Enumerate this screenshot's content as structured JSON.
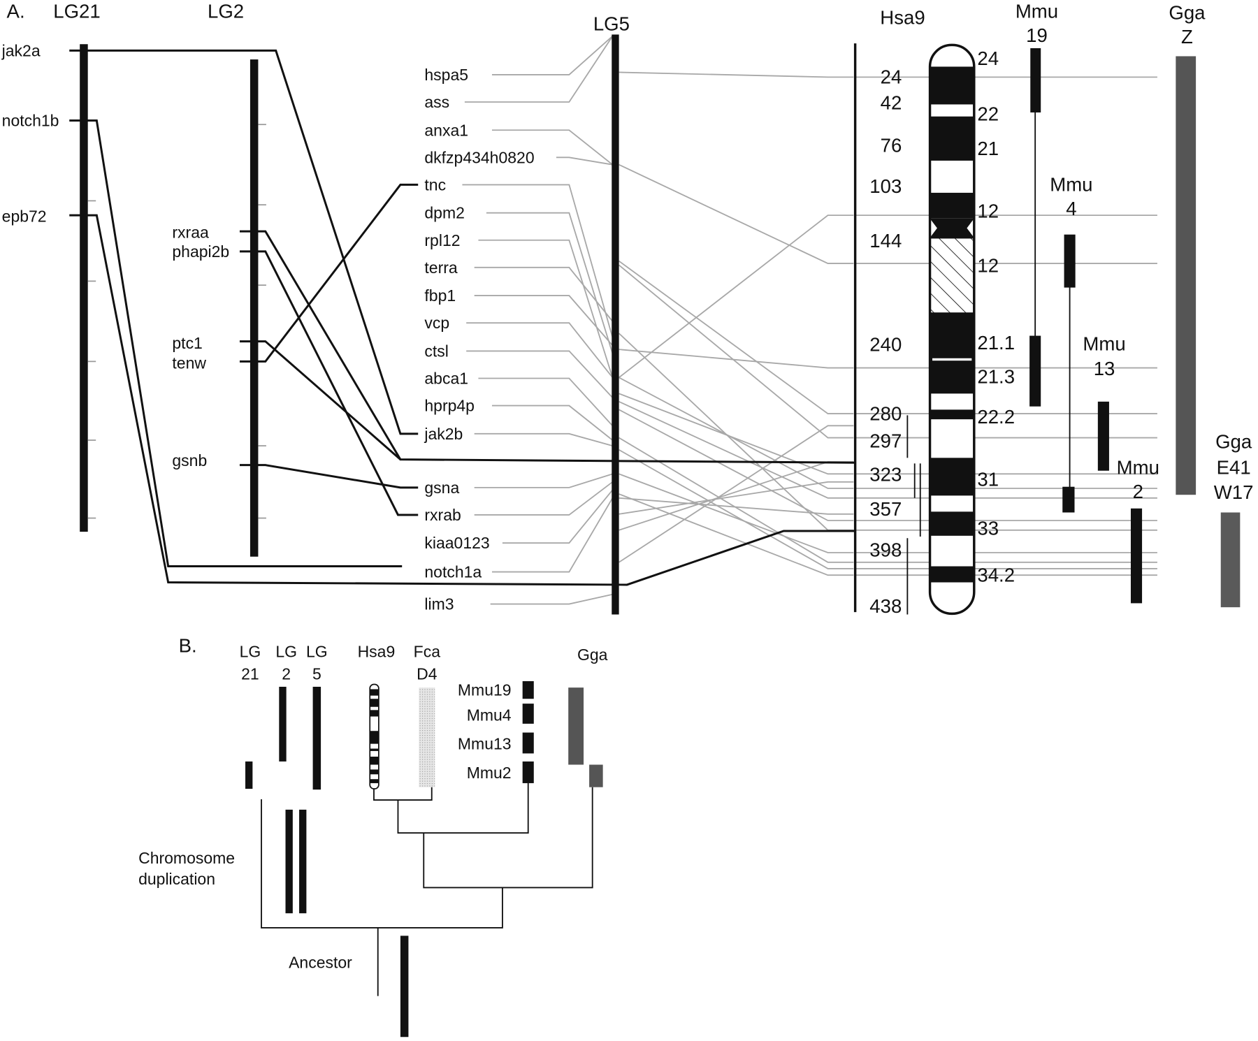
{
  "panel_a": {
    "label": "A.",
    "lg21": {
      "title": "LG21",
      "genes": [
        "jak2a",
        "notch1b",
        "epb72"
      ]
    },
    "lg2": {
      "title": "LG2",
      "genes": [
        "rxraa",
        "phapi2b",
        "ptc1",
        "tenw",
        "gsnb"
      ]
    },
    "lg5": {
      "title": "LG5",
      "genes": [
        "hspa5",
        "ass",
        "anxa1",
        "dkfzp434h0820",
        "tnc",
        "dpm2",
        "rpl12",
        "terra",
        "fbp1",
        "vcp",
        "ctsl",
        "abca1",
        "hprp4p",
        "jak2b",
        "gsna",
        "rxrab",
        "kiaa0123",
        "notch1a",
        "lim3"
      ]
    },
    "hsa9": {
      "title": "Hsa9",
      "positions": [
        "24",
        "42",
        "76",
        "103",
        "144",
        "240",
        "280",
        "297",
        "323",
        "357",
        "398",
        "438"
      ],
      "bands": [
        "24",
        "22",
        "21",
        "12",
        "12",
        "21.1",
        "21.3",
        "22.2",
        "31",
        "33",
        "34.2"
      ]
    },
    "mmu19": {
      "title1": "Mmu",
      "title2": "19"
    },
    "mmu4": {
      "title1": "Mmu",
      "title2": "4"
    },
    "mmu13": {
      "title1": "Mmu",
      "title2": "13"
    },
    "mmu2": {
      "title1": "Mmu",
      "title2": "2"
    },
    "gga_z": {
      "title1": "Gga",
      "title2": "Z"
    },
    "gga_e41": {
      "title1": "Gga",
      "title2": "E41",
      "title3": "W17"
    }
  },
  "panel_b": {
    "label": "B.",
    "lg21": {
      "line1": "LG",
      "line2": "21"
    },
    "lg2": {
      "line1": "LG",
      "line2": "2"
    },
    "lg5": {
      "line1": "LG",
      "line2": "5"
    },
    "hsa9": "Hsa9",
    "fca": {
      "line1": "Fca",
      "line2": "D4"
    },
    "mmu": [
      "Mmu19",
      "Mmu4",
      "Mmu13",
      "Mmu2"
    ],
    "gga": "Gga",
    "duplication": {
      "line1": "Chromosome",
      "line2": "duplication"
    },
    "ancestor": "Ancestor"
  },
  "colors": {
    "black": "#111111",
    "gray_lines": "#a8a8a8",
    "gga_bar": "#555555",
    "fca_bar": "#cccccc"
  }
}
